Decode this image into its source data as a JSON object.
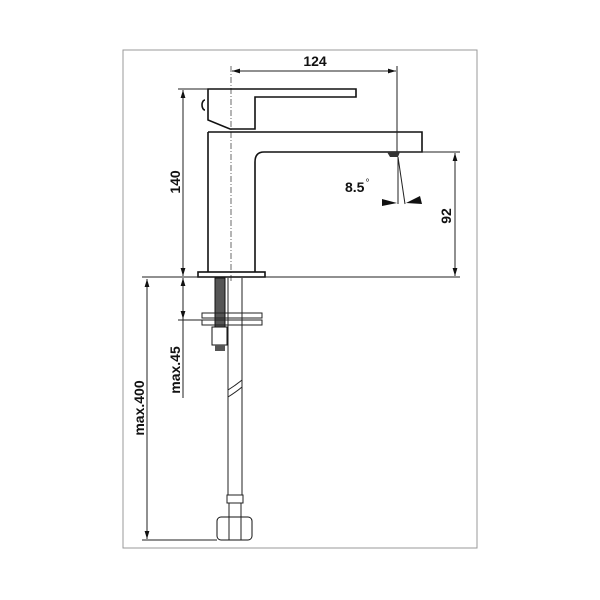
{
  "dimensions": {
    "spout_reach": "124",
    "total_height": "140",
    "spout_height": "92",
    "spout_angle": "8.5",
    "angle_unit": "°",
    "max_mount_thickness": "max.45",
    "max_hose_length": "max.400"
  },
  "colors": {
    "line": "#111111",
    "frame": "#999999",
    "background": "#ffffff"
  }
}
